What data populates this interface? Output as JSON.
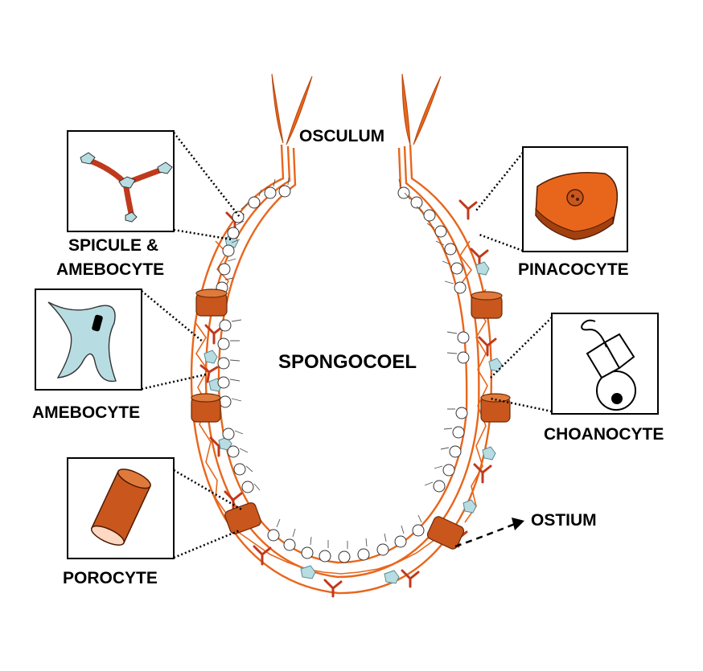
{
  "labels": {
    "osculum": "OSCULUM",
    "spongocoel": "SPONGOCOEL",
    "spicule_line1": "SPICULE &",
    "spicule_line2": "AMEBOCYTE",
    "amebocyte": "AMEBOCYTE",
    "porocyte": "POROCYTE",
    "pinacocyte": "PINACOCYTE",
    "choanocyte": "CHOANOCYTE",
    "ostium": "OSTIUM"
  },
  "colors": {
    "body_wall": "#e8661c",
    "porocyte_fill": "#c9561c",
    "spicule": "#c0391c",
    "amebocyte": "#b7dde2",
    "ink": "#000000"
  }
}
